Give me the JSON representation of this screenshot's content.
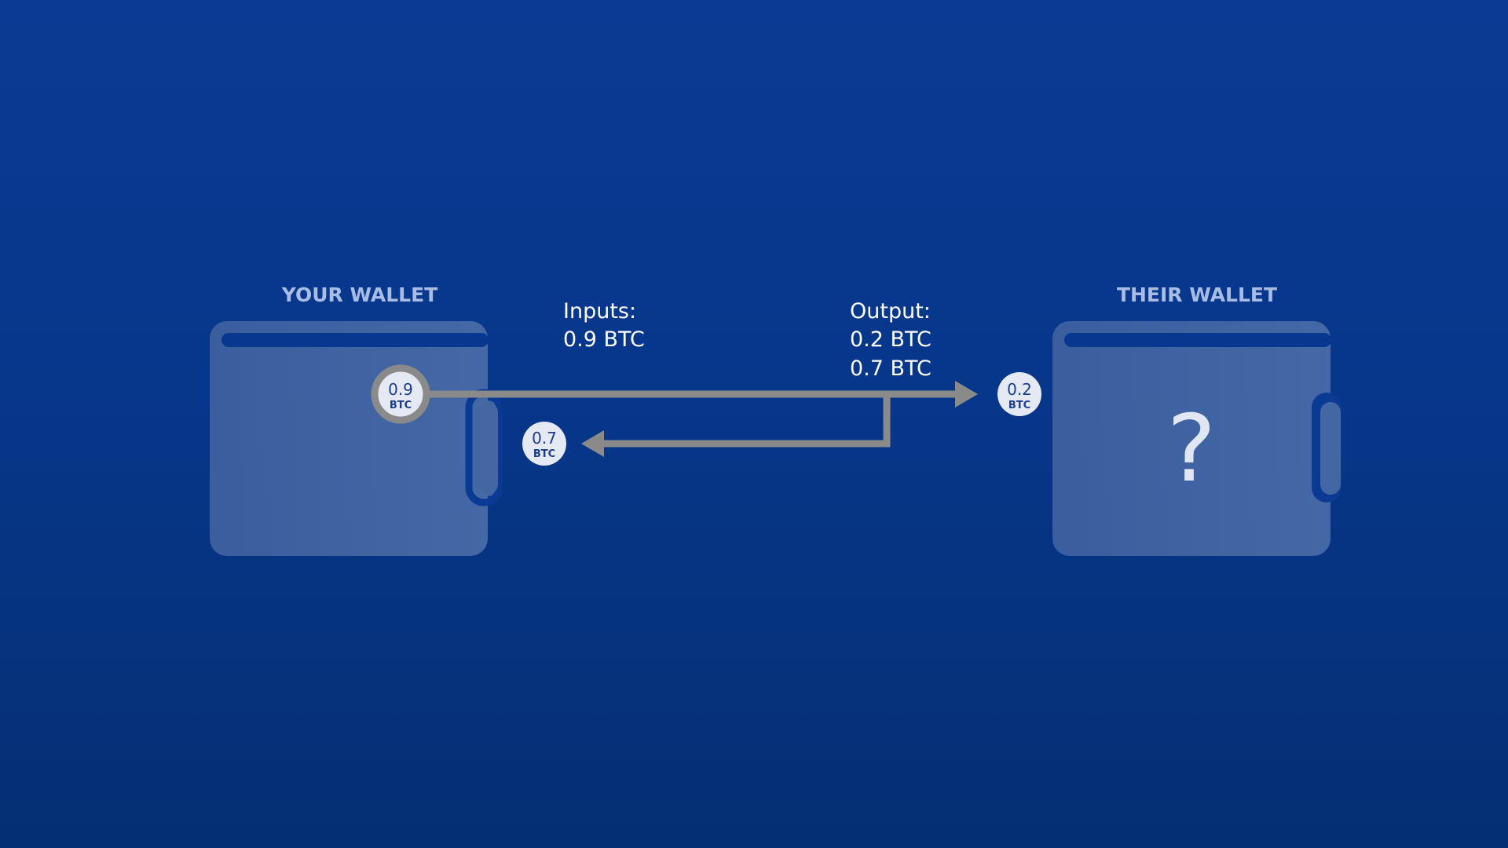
{
  "your_wallet": {
    "title": "YOUR WALLET"
  },
  "their_wallet": {
    "title": "THEIR WALLET",
    "symbol": "?"
  },
  "inputs": {
    "label": "Inputs:",
    "amount": "0.9 BTC"
  },
  "output": {
    "label": "Output:",
    "amounts": [
      "0.2 BTC",
      "0.7 BTC"
    ]
  },
  "coins": {
    "input": {
      "amount": "0.9",
      "unit": "BTC"
    },
    "payment": {
      "amount": "0.2",
      "unit": "BTC"
    },
    "change": {
      "amount": "0.7",
      "unit": "BTC"
    }
  },
  "colors": {
    "background": "#07378b",
    "wallet_fill": "#4467a3",
    "arrow": "#8a8a8a",
    "coin_fill": "#e4e9f4",
    "coin_text": "#1a3d8f",
    "title_text": "#a9bce3"
  },
  "icons": {
    "your_wallet": "wallet-icon",
    "their_wallet": "wallet-icon",
    "payment_arrow": "arrow-right-icon",
    "change_arrow": "arrow-left-icon"
  }
}
